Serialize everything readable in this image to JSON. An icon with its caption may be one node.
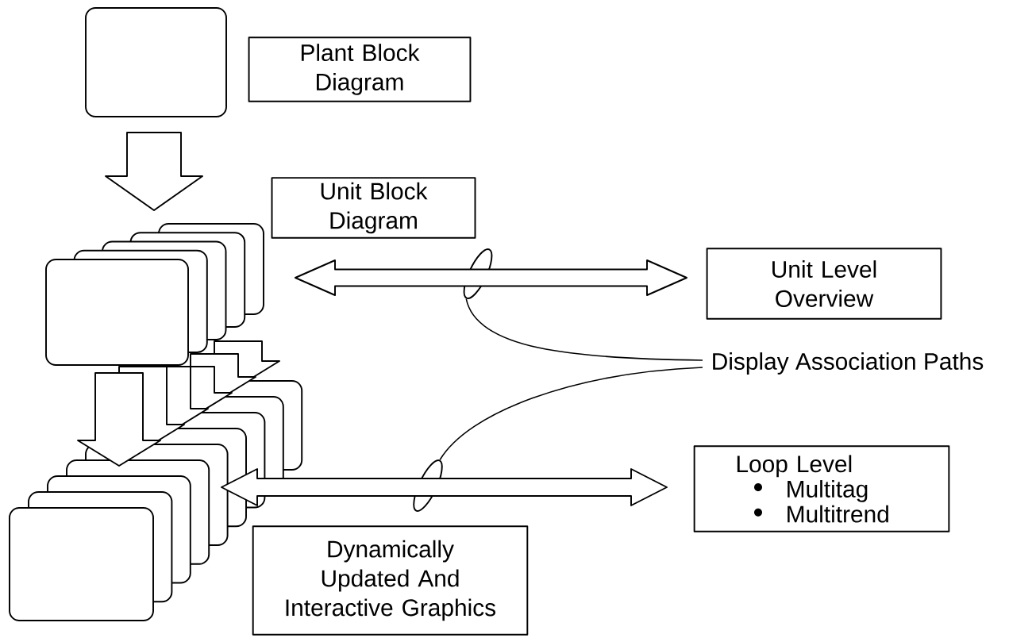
{
  "diagram": {
    "nodes": [
      {
        "text": [],
        "shape": "box"
      },
      {
        "text": [
          "Plant Block Diagram"
        ]
      },
      {
        "text": [],
        "shape": "box"
      },
      {
        "text": [
          "Unit Block Diagram"
        ]
      },
      {
        "text": [
          "Unit Level Overview"
        ]
      },
      {
        "text": [
          "Display Association Paths"
        ]
      },
      {
        "text": [],
        "shape": "circle"
      },
      {
        "text": [],
        "shape": "box"
      },
      {
        "text": [],
        "shape": "circle"
      },
      {
        "text": [
          "Loop Level",
          "Multitag",
          "Multitrend"
        ]
      },
      {
        "text": [
          "Dynamically Updated And Interactive Graphics"
        ]
      }
    ],
    "edges": [
      {
        "from": 0,
        "to": 2,
        "arrow": "to",
        "style": "thick"
      },
      {
        "from": 2,
        "to": 7,
        "arrow": "to",
        "style": "thick"
      },
      {
        "from": 2,
        "to": 4,
        "arrow": "both",
        "style": "thick"
      },
      {
        "from": 7,
        "to": 9,
        "arrow": "both",
        "style": "thick"
      },
      {
        "from": 5,
        "to": 6,
        "arrow": "none"
      },
      {
        "from": 5,
        "to": 8,
        "arrow": "none"
      }
    ]
  }
}
